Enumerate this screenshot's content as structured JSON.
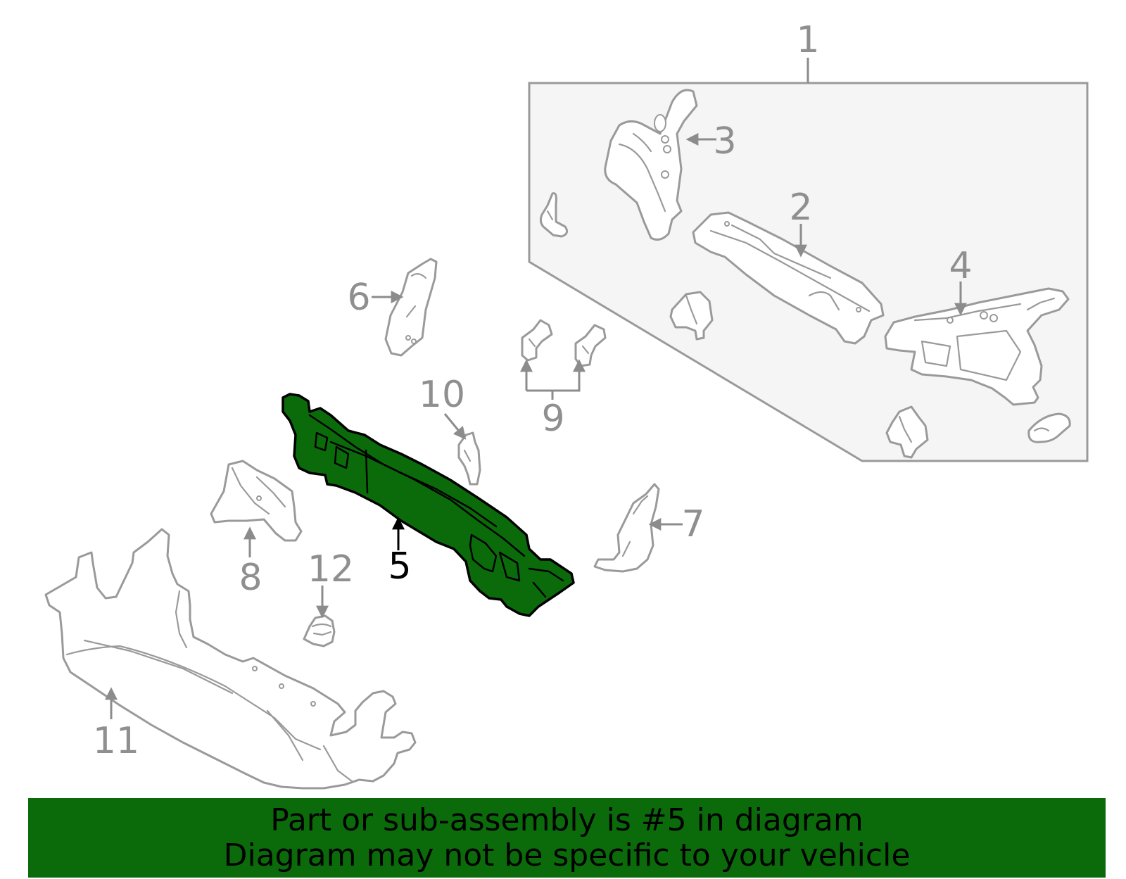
{
  "diagram": {
    "callouts": {
      "c1": "1",
      "c2": "2",
      "c3": "3",
      "c4": "4",
      "c5": "5",
      "c6": "6",
      "c7": "7",
      "c8": "8",
      "c9": "9",
      "c10": "10",
      "c11": "11",
      "c12": "12"
    },
    "highlighted_part": "5",
    "colors": {
      "highlight": "#0b6b0b",
      "parts_outline": "#9a9a9a",
      "assembly_box_fill": "#f5f5f5"
    }
  },
  "banner": {
    "line1": "Part or sub-assembly is #5 in diagram",
    "line2": "Diagram may not be specific to your vehicle"
  }
}
